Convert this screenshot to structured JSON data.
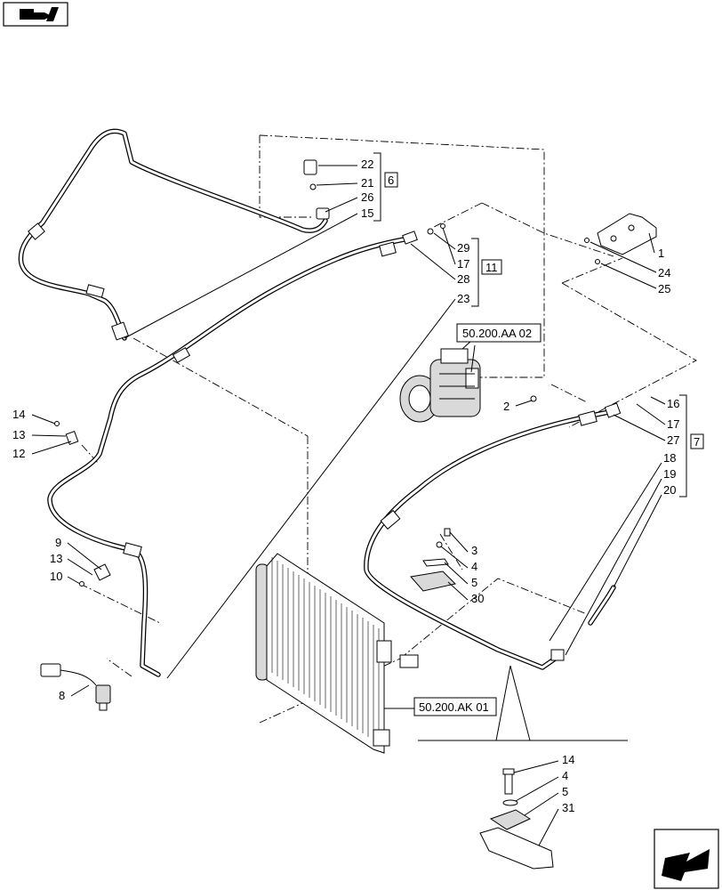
{
  "icons": {
    "top_left": "assembly-view-icon",
    "bottom_right": "return-arrow-icon"
  },
  "callouts": {
    "c22": "22",
    "c21": "21",
    "c26": "26",
    "c15": "15",
    "c6": "6",
    "c29": "29",
    "c17a": "17",
    "c28": "28",
    "c23": "23",
    "c11": "11",
    "c1": "1",
    "c24": "24",
    "c25": "25",
    "c2": "2",
    "c16": "16",
    "c17b": "17",
    "c27": "27",
    "c7": "7",
    "c18": "18",
    "c19": "19",
    "c20": "20",
    "c14a": "14",
    "c13a": "13",
    "c12": "12",
    "c9": "9",
    "c13b": "13",
    "c10": "10",
    "c8": "8",
    "c3": "3",
    "c4a": "4",
    "c5a": "5",
    "c30": "30",
    "c14b": "14",
    "c4b": "4",
    "c5b": "5",
    "c31": "31"
  },
  "references": {
    "compressor": "50.200.AA 02",
    "condenser": "50.200.AK 01"
  }
}
